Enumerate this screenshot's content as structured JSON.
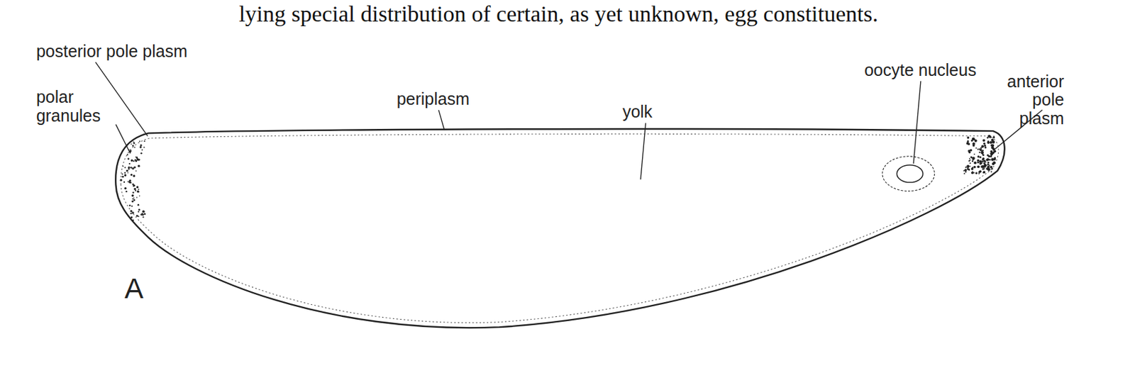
{
  "diagram": {
    "labels": [
      "lying special distribution of certain, as yet unknown, egg constituents.",
      "posterior pole plasm",
      "polar granules",
      "periplasm",
      "yolk",
      "oocyte nucleus",
      "anterior pole plasm",
      "A"
    ]
  }
}
